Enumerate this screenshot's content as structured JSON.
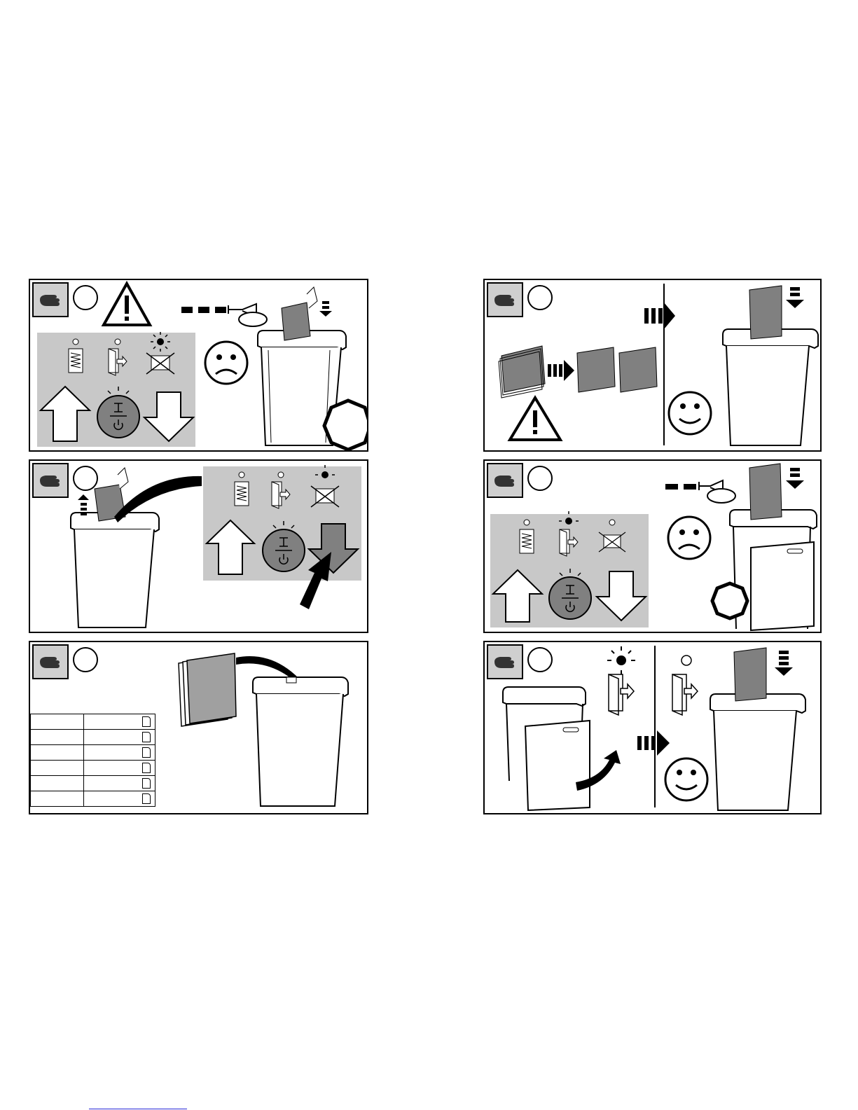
{
  "colors": {
    "panel_gray": "#c8c8c8",
    "dark_gray": "#7a7a7a",
    "button_gray": "#808080",
    "hand_tile": "#cfcfcf",
    "link_blue": "#2b2bd9"
  },
  "icons": {
    "hand": "pointing-hand-icon",
    "warning": "warning-triangle-icon",
    "horn": "horn-icon",
    "sad": "sad-face-icon",
    "happy": "happy-face-icon",
    "stop": "stop-octagon-icon",
    "paper_bin": "paper-bin-full-icon",
    "door": "door-open-icon",
    "motor": "motor-overload-icon",
    "power": "power-switch-icon",
    "arrow_up": "arrow-up-icon",
    "arrow_down": "arrow-down-icon"
  },
  "steps": [
    {
      "id": 1,
      "side": "left",
      "row": 1
    },
    {
      "id": 2,
      "side": "left",
      "row": 2
    },
    {
      "id": 3,
      "side": "left",
      "row": 3
    },
    {
      "id": 4,
      "side": "right",
      "row": 1
    },
    {
      "id": 5,
      "side": "right",
      "row": 2
    },
    {
      "id": 6,
      "side": "right",
      "row": 3
    }
  ],
  "size_table_rows": 6
}
